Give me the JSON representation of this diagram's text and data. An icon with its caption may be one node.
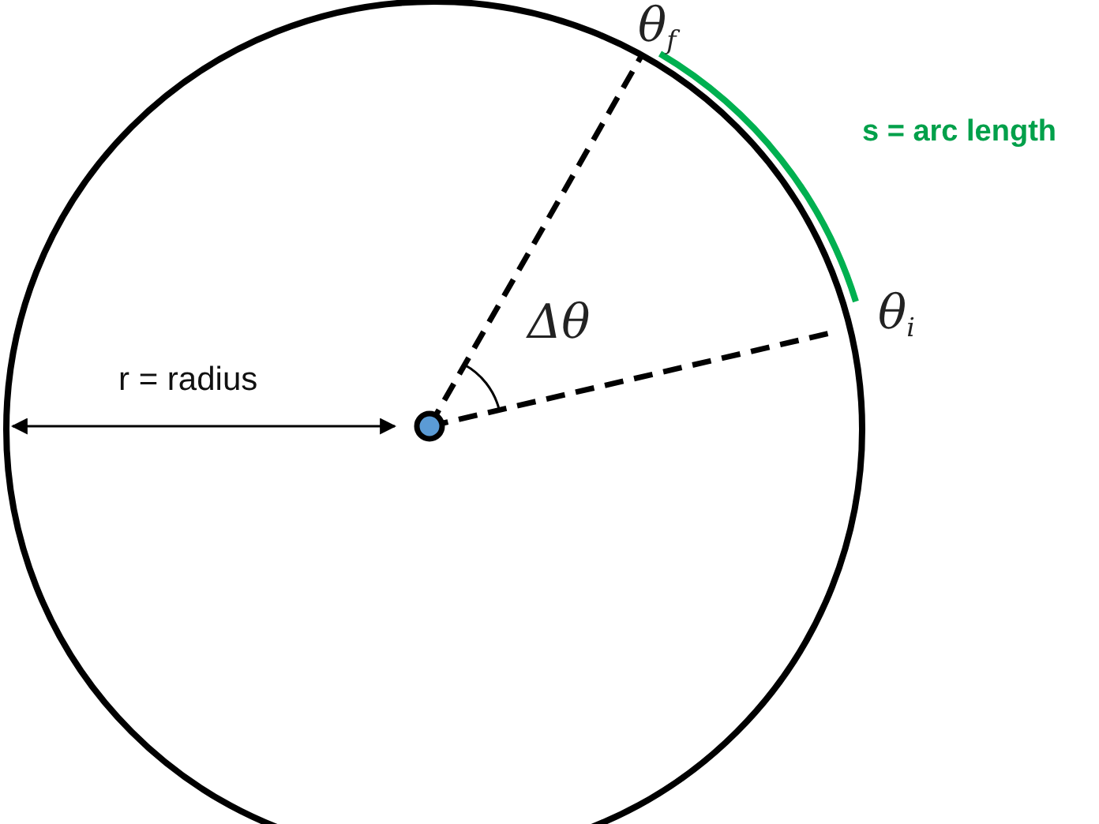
{
  "diagram": {
    "labels": [
      "θ$_{f}$",
      "s = arc length",
      "Δθ",
      "θ$_{i}$",
      "r = radius"
    ]
  }
}
